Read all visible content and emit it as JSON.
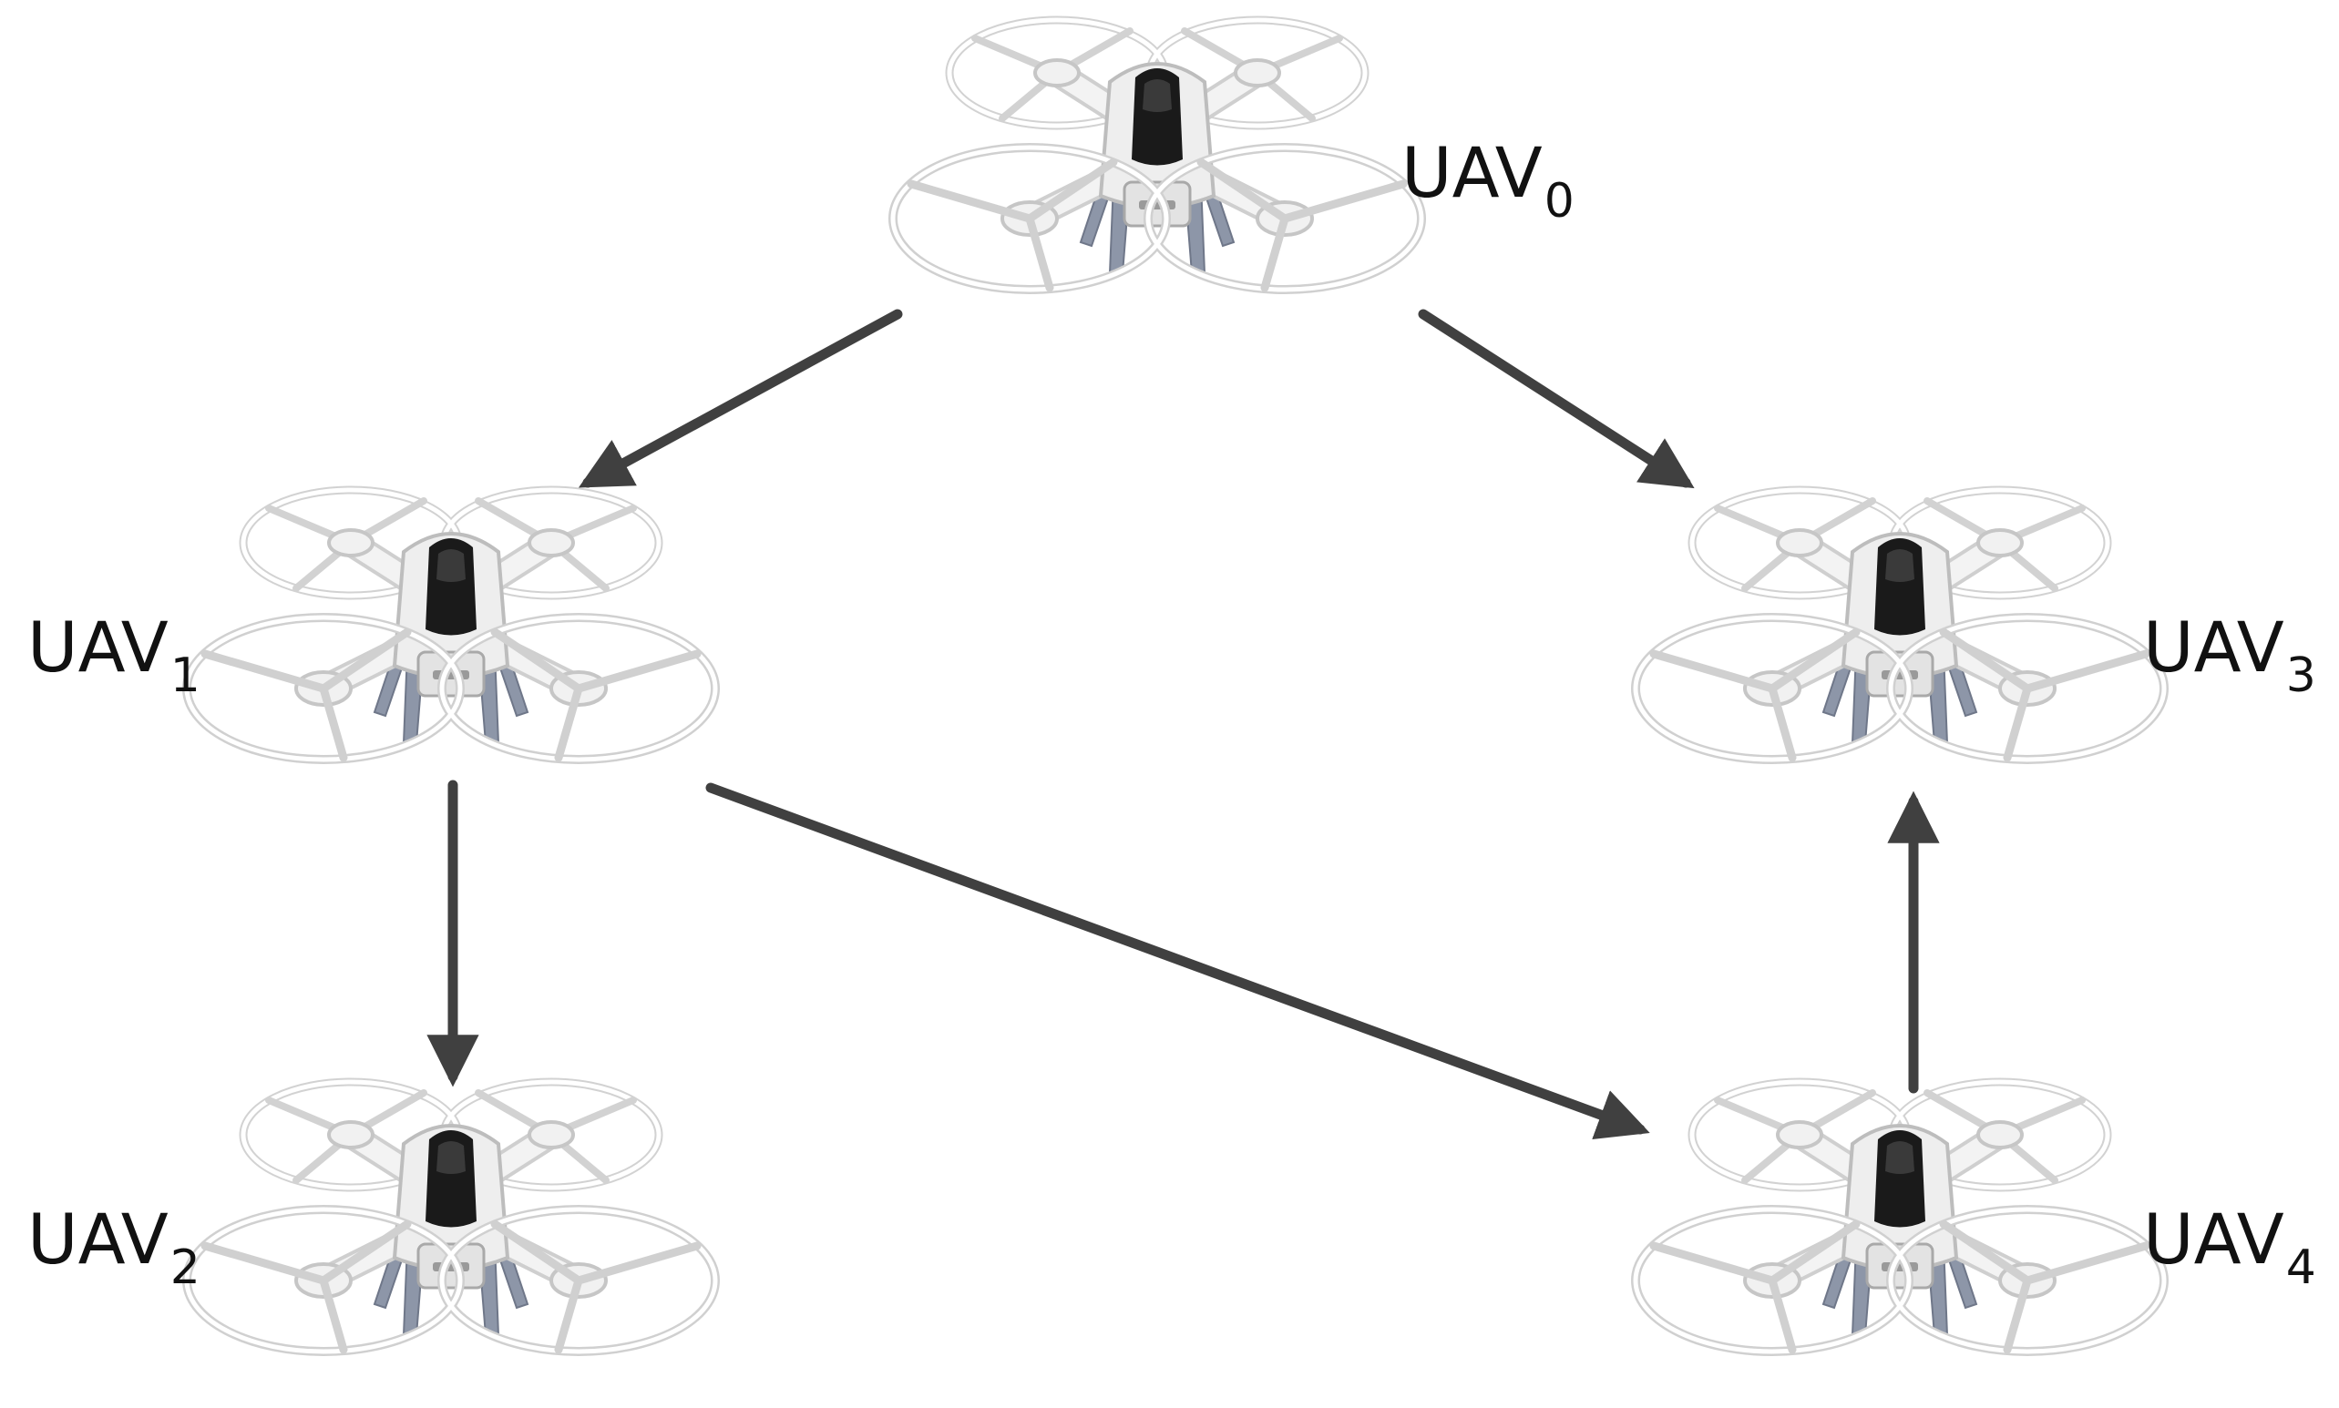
{
  "nodes": [
    {
      "id": "uav0",
      "name": "UAV",
      "sub": "0"
    },
    {
      "id": "uav1",
      "name": "UAV",
      "sub": "1"
    },
    {
      "id": "uav2",
      "name": "UAV",
      "sub": "2"
    },
    {
      "id": "uav3",
      "name": "UAV",
      "sub": "3"
    },
    {
      "id": "uav4",
      "name": "UAV",
      "sub": "4"
    }
  ],
  "edges": [
    {
      "from": "uav0",
      "to": "uav1"
    },
    {
      "from": "uav0",
      "to": "uav3"
    },
    {
      "from": "uav1",
      "to": "uav2"
    },
    {
      "from": "uav1",
      "to": "uav4"
    },
    {
      "from": "uav4",
      "to": "uav3"
    }
  ],
  "colors": {
    "arrow": "#404040",
    "frame": "#ffffff",
    "frame_stroke": "#c9c9c9",
    "body": "#eeeeee",
    "battery": "#1a1a1a",
    "legs": "#8d96a8"
  }
}
